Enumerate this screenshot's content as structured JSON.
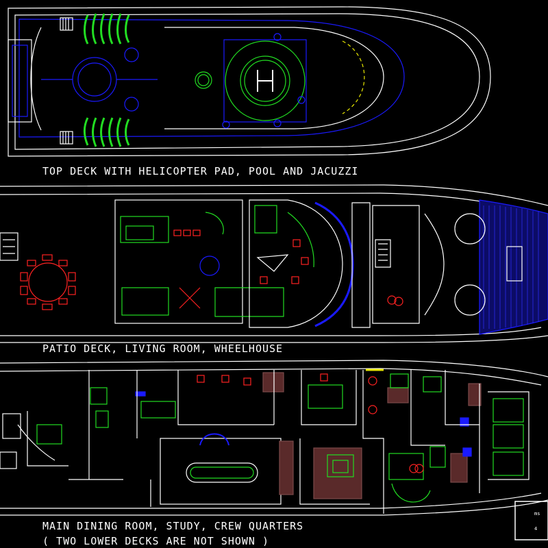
{
  "captions": {
    "top": "TOP DECK WITH HELICOPTER PAD, POOL AND JACUZZI",
    "patio": "PATIO DECK, LIVING ROOM, WHEELHOUSE",
    "main": "MAIN DINING ROOM, STUDY, CREW QUARTERS",
    "main_note": "( TWO LOWER DECKS ARE NOT SHOWN )"
  },
  "helipad": {
    "letter": "H"
  },
  "stamp": {
    "line1": "ms",
    "line2": "4"
  },
  "colors": {
    "background": "#000000",
    "outline": "#ffffff",
    "blue": "#1a1aff",
    "green": "#22dd22",
    "red": "#ff2222",
    "brown": "#7a4a4a",
    "yellow": "#e8e800"
  }
}
